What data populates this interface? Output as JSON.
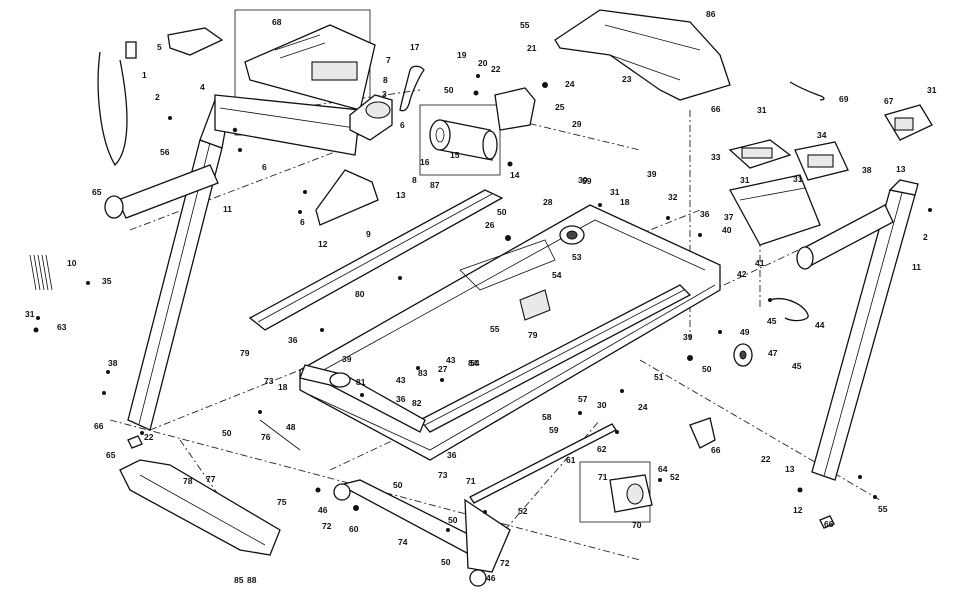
{
  "parts": [
    {
      "id": "p1",
      "label": "1"
    },
    {
      "id": "p2a",
      "label": "2"
    },
    {
      "id": "p2b",
      "label": "2"
    },
    {
      "id": "p3",
      "label": "3"
    },
    {
      "id": "p4",
      "label": "4"
    },
    {
      "id": "p5",
      "label": "5"
    },
    {
      "id": "p6a",
      "label": "6"
    },
    {
      "id": "p6b",
      "label": "6"
    },
    {
      "id": "p6c",
      "label": "6"
    },
    {
      "id": "p7",
      "label": "7"
    },
    {
      "id": "p8a",
      "label": "8"
    },
    {
      "id": "p8b",
      "label": "8"
    },
    {
      "id": "p9",
      "label": "9"
    },
    {
      "id": "p10",
      "label": "10"
    },
    {
      "id": "p11a",
      "label": "11"
    },
    {
      "id": "p11b",
      "label": "11"
    },
    {
      "id": "p12a",
      "label": "12"
    },
    {
      "id": "p12b",
      "label": "12"
    },
    {
      "id": "p13a",
      "label": "13"
    },
    {
      "id": "p13b",
      "label": "13"
    },
    {
      "id": "p13c",
      "label": "13"
    },
    {
      "id": "p14",
      "label": "14"
    },
    {
      "id": "p15",
      "label": "15"
    },
    {
      "id": "p16",
      "label": "16"
    },
    {
      "id": "p17",
      "label": "17"
    },
    {
      "id": "p18a",
      "label": "18"
    },
    {
      "id": "p18b",
      "label": "18"
    },
    {
      "id": "p19",
      "label": "19"
    },
    {
      "id": "p20",
      "label": "20"
    },
    {
      "id": "p21",
      "label": "21"
    },
    {
      "id": "p22a",
      "label": "22"
    },
    {
      "id": "p22b",
      "label": "22"
    },
    {
      "id": "p22c",
      "label": "22"
    },
    {
      "id": "p23",
      "label": "23"
    },
    {
      "id": "p24a",
      "label": "24"
    },
    {
      "id": "p24b",
      "label": "24"
    },
    {
      "id": "p25",
      "label": "25"
    },
    {
      "id": "p26",
      "label": "26"
    },
    {
      "id": "p27",
      "label": "27"
    },
    {
      "id": "p28",
      "label": "28"
    },
    {
      "id": "p29",
      "label": "29"
    },
    {
      "id": "p30a",
      "label": "30"
    },
    {
      "id": "p30b",
      "label": "30"
    },
    {
      "id": "p31a",
      "label": "31"
    },
    {
      "id": "p31b",
      "label": "31"
    },
    {
      "id": "p31c",
      "label": "31"
    },
    {
      "id": "p31d",
      "label": "31"
    },
    {
      "id": "p31e",
      "label": "31"
    },
    {
      "id": "p31f",
      "label": "31"
    },
    {
      "id": "p32",
      "label": "32"
    },
    {
      "id": "p33",
      "label": "33"
    },
    {
      "id": "p34",
      "label": "34"
    },
    {
      "id": "p35",
      "label": "35"
    },
    {
      "id": "p36a",
      "label": "36"
    },
    {
      "id": "p36b",
      "label": "36"
    },
    {
      "id": "p36c",
      "label": "36"
    },
    {
      "id": "p36d",
      "label": "36"
    },
    {
      "id": "p37",
      "label": "37"
    },
    {
      "id": "p38a",
      "label": "38"
    },
    {
      "id": "p38b",
      "label": "38"
    },
    {
      "id": "p39a",
      "label": "39"
    },
    {
      "id": "p39b",
      "label": "39"
    },
    {
      "id": "p39c",
      "label": "39"
    },
    {
      "id": "p40",
      "label": "40"
    },
    {
      "id": "p41",
      "label": "41"
    },
    {
      "id": "p42",
      "label": "42"
    },
    {
      "id": "p43a",
      "label": "43"
    },
    {
      "id": "p43b",
      "label": "43"
    },
    {
      "id": "p44",
      "label": "44"
    },
    {
      "id": "p45a",
      "label": "45"
    },
    {
      "id": "p45b",
      "label": "45"
    },
    {
      "id": "p46a",
      "label": "46"
    },
    {
      "id": "p46b",
      "label": "46"
    },
    {
      "id": "p47",
      "label": "47"
    },
    {
      "id": "p48",
      "label": "48"
    },
    {
      "id": "p49",
      "label": "49"
    },
    {
      "id": "p50a",
      "label": "50"
    },
    {
      "id": "p50b",
      "label": "50"
    },
    {
      "id": "p50c",
      "label": "50"
    },
    {
      "id": "p50d",
      "label": "50"
    },
    {
      "id": "p50e",
      "label": "50"
    },
    {
      "id": "p50f",
      "label": "50"
    },
    {
      "id": "p50g",
      "label": "50"
    },
    {
      "id": "p51",
      "label": "51"
    },
    {
      "id": "p52a",
      "label": "52"
    },
    {
      "id": "p52b",
      "label": "52"
    },
    {
      "id": "p53",
      "label": "53"
    },
    {
      "id": "p54a",
      "label": "54"
    },
    {
      "id": "p54b",
      "label": "54"
    },
    {
      "id": "p55a",
      "label": "55"
    },
    {
      "id": "p55b",
      "label": "55"
    },
    {
      "id": "p55c",
      "label": "55"
    },
    {
      "id": "p56",
      "label": "56"
    },
    {
      "id": "p57",
      "label": "57"
    },
    {
      "id": "p58",
      "label": "58"
    },
    {
      "id": "p59a",
      "label": "59"
    },
    {
      "id": "p59b",
      "label": "59"
    },
    {
      "id": "p60",
      "label": "60"
    },
    {
      "id": "p61",
      "label": "61"
    },
    {
      "id": "p62",
      "label": "62"
    },
    {
      "id": "p63",
      "label": "63"
    },
    {
      "id": "p64",
      "label": "64"
    },
    {
      "id": "p65a",
      "label": "65"
    },
    {
      "id": "p65b",
      "label": "65"
    },
    {
      "id": "p66a",
      "label": "66"
    },
    {
      "id": "p66b",
      "label": "66"
    },
    {
      "id": "p66c",
      "label": "66"
    },
    {
      "id": "p66d",
      "label": "66"
    },
    {
      "id": "p67",
      "label": "67"
    },
    {
      "id": "p68",
      "label": "68"
    },
    {
      "id": "p69",
      "label": "69"
    },
    {
      "id": "p70",
      "label": "70"
    },
    {
      "id": "p71a",
      "label": "71"
    },
    {
      "id": "p71b",
      "label": "71"
    },
    {
      "id": "p72a",
      "label": "72"
    },
    {
      "id": "p72b",
      "label": "72"
    },
    {
      "id": "p73a",
      "label": "73"
    },
    {
      "id": "p73b",
      "label": "73"
    },
    {
      "id": "p74",
      "label": "74"
    },
    {
      "id": "p75",
      "label": "75"
    },
    {
      "id": "p76",
      "label": "76"
    },
    {
      "id": "p77",
      "label": "77"
    },
    {
      "id": "p78",
      "label": "78"
    },
    {
      "id": "p79a",
      "label": "79"
    },
    {
      "id": "p79b",
      "label": "79"
    },
    {
      "id": "p80",
      "label": "80"
    },
    {
      "id": "p81",
      "label": "81"
    },
    {
      "id": "p82",
      "label": "82"
    },
    {
      "id": "p83",
      "label": "83"
    },
    {
      "id": "p84",
      "label": "84"
    },
    {
      "id": "p85",
      "label": "85"
    },
    {
      "id": "p86",
      "label": "86"
    },
    {
      "id": "p87",
      "label": "87"
    },
    {
      "id": "p88",
      "label": "88"
    }
  ]
}
